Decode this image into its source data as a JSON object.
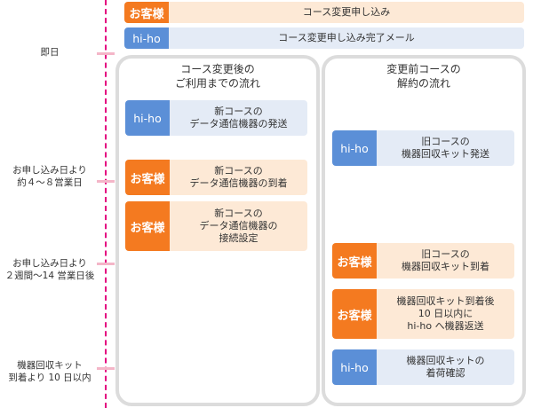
{
  "top_rows": [
    {
      "tag": "お客様",
      "text": "コース変更申し込み",
      "actor": "customer"
    },
    {
      "tag": "hi-ho",
      "text": "コース変更申し込み完了メール",
      "actor": "hiho"
    }
  ],
  "timeline": [
    {
      "label": "即日"
    },
    {
      "label": "お申し込み日より\n約４～８営業日"
    },
    {
      "label": "お申し込み日より\n２週間～14 営業日後"
    },
    {
      "label": "機器回収キット\n到着より 10 日以内"
    }
  ],
  "left_column": {
    "title": "コース変更後の\nご利用までの流れ",
    "steps": [
      {
        "tag": "hi-ho",
        "text": "新コースの\nデータ通信機器の発送",
        "actor": "hiho"
      },
      {
        "tag": "お客様",
        "text": "新コースの\nデータ通信機器の到着",
        "actor": "customer"
      },
      {
        "tag": "お客様",
        "text": "新コースの\nデータ通信機器の\n接続設定",
        "actor": "customer"
      }
    ]
  },
  "right_column": {
    "title": "変更前コースの\n解約の流れ",
    "steps": [
      {
        "tag": "hi-ho",
        "text": "旧コースの\n機器回収キット発送",
        "actor": "hiho"
      },
      {
        "tag": "お客様",
        "text": "旧コースの\n機器回収キット到着",
        "actor": "customer"
      },
      {
        "tag": "お客様",
        "text": "機器回収キット到着後\n10 日以内に\nhi-ho へ機器返送",
        "actor": "customer"
      },
      {
        "tag": "hi-ho",
        "text": "機器回収キットの\n着荷確認",
        "actor": "hiho"
      }
    ]
  },
  "colors": {
    "customer_tag": "#f47a20",
    "customer_body": "#fde9d6",
    "hiho_tag": "#5b8fd7",
    "hiho_body": "#e4ebf6",
    "timeline": "#e4007f",
    "column_border": "#dcdcdc"
  }
}
